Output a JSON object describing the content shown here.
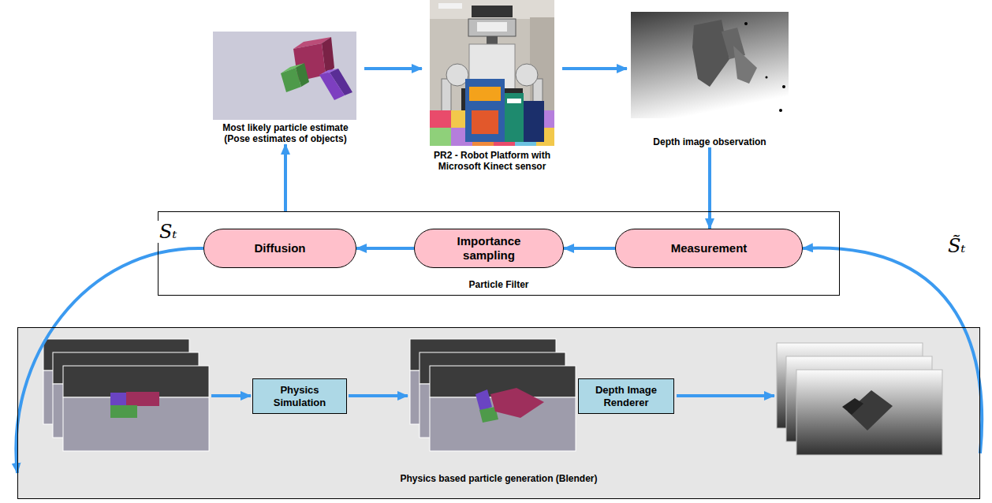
{
  "diagram": {
    "nodes": [
      {
        "text": [
          "Most likely particle estimate (Pose estimates of objects)"
        ]
      },
      {
        "text": [
          "PR2 - Robot Platform with Microsoft Kinect sensor"
        ]
      },
      {
        "text": [
          "Depth image observation"
        ]
      },
      {
        "text": [
          "Particle Filter"
        ]
      },
      {
        "text": [
          "Diffusion"
        ],
        "in": 3
      },
      {
        "text": [
          "Importance sampling"
        ],
        "in": 3
      },
      {
        "text": [
          "Measurement"
        ],
        "in": 3
      },
      {
        "text": [
          "Physics based particle generation (Blender)"
        ]
      },
      {
        "text": [
          "Physics Simulation"
        ],
        "in": 7
      },
      {
        "text": [
          "Depth Image Renderer"
        ],
        "in": 7
      }
    ],
    "edges": [
      {
        "from": 0,
        "to": 1,
        "arrow": "to"
      },
      {
        "from": 1,
        "to": 2,
        "arrow": "to"
      },
      {
        "from": 2,
        "to": 6,
        "arrow": "to"
      },
      {
        "from": 6,
        "to": 5,
        "arrow": "to"
      },
      {
        "from": 5,
        "to": 4,
        "arrow": "to"
      },
      {
        "from": 3,
        "to": 0,
        "arrow": "to"
      },
      {
        "from": 4,
        "to": 7,
        "label": "Sₜ",
        "arrow": "to"
      },
      {
        "from": 7,
        "to": 6,
        "label": "S̃ₜ",
        "arrow": "to"
      }
    ]
  }
}
